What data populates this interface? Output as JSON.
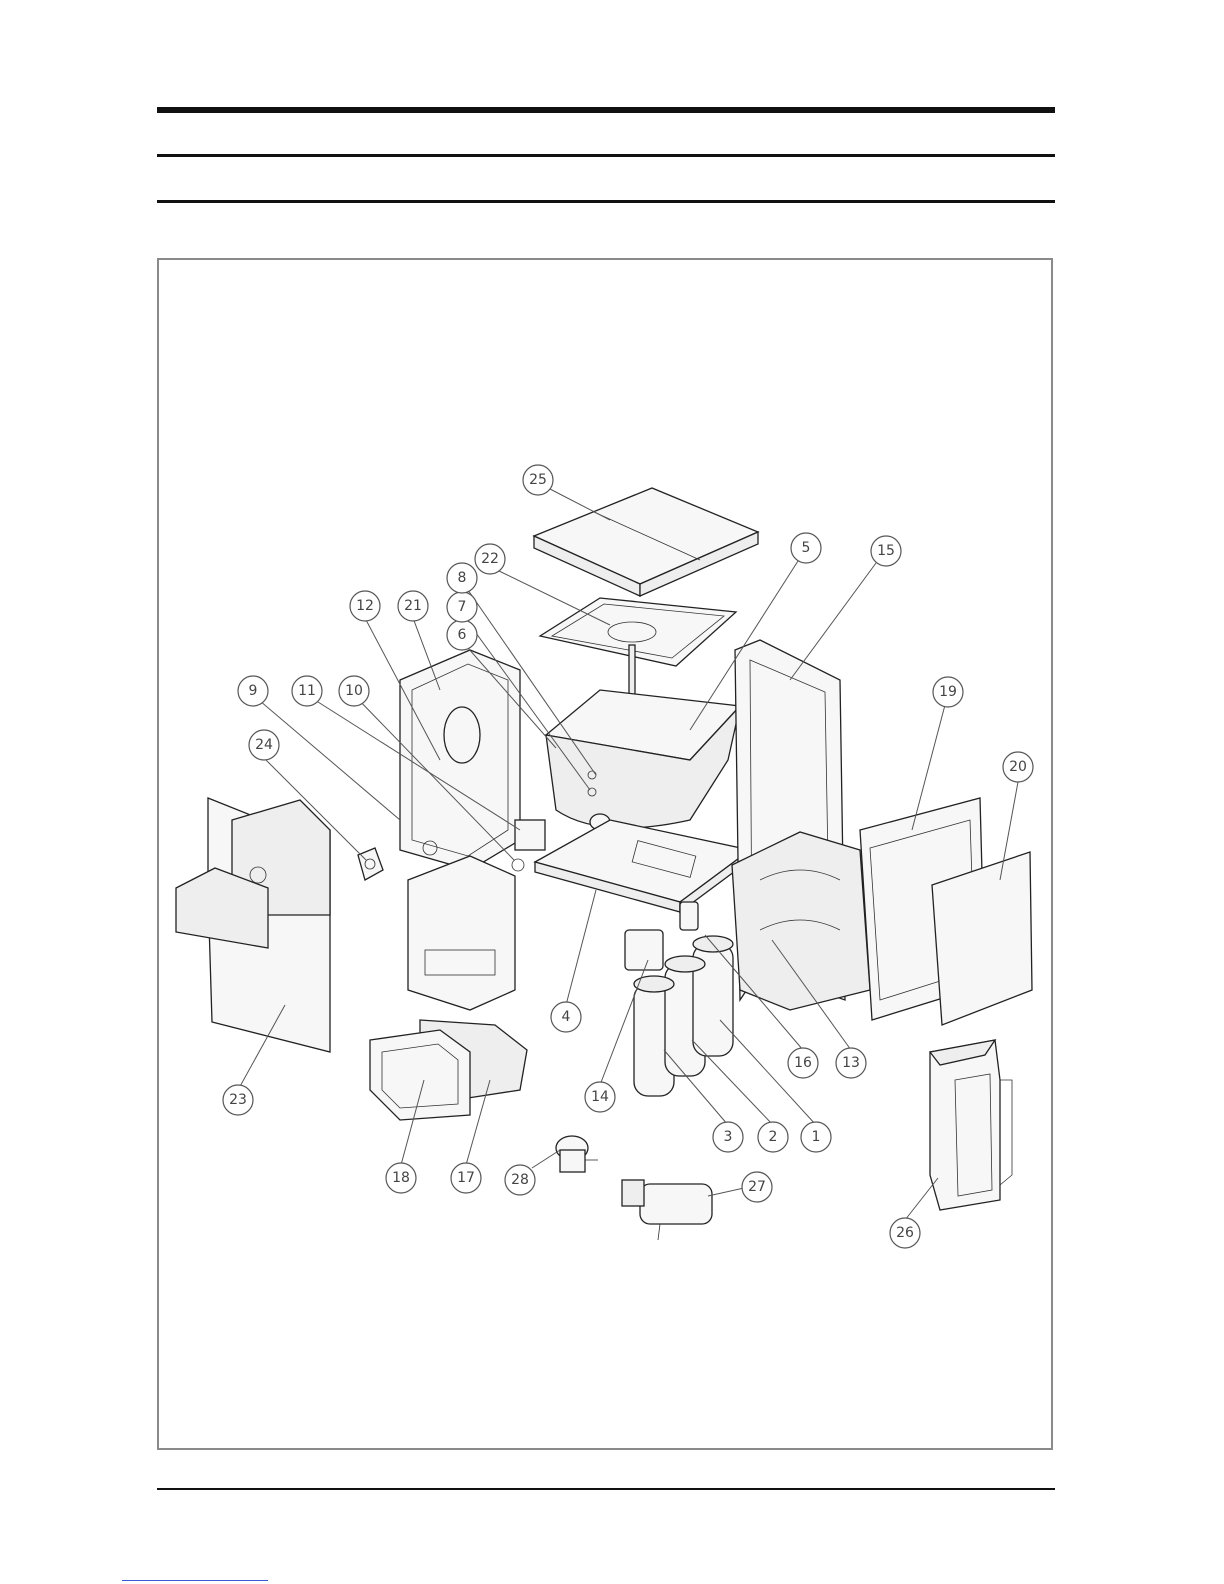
{
  "document": {
    "header_rules": [
      "top-thick",
      "middle",
      "bottom"
    ],
    "footer_rule": true
  },
  "diagram": {
    "type": "exploded-parts-view",
    "callouts": [
      "1",
      "2",
      "3",
      "4",
      "5",
      "6",
      "7",
      "8",
      "9",
      "10",
      "11",
      "12",
      "13",
      "14",
      "15",
      "16",
      "17",
      "18",
      "19",
      "20",
      "21",
      "22",
      "23",
      "24",
      "25",
      "26",
      "27",
      "28"
    ]
  }
}
